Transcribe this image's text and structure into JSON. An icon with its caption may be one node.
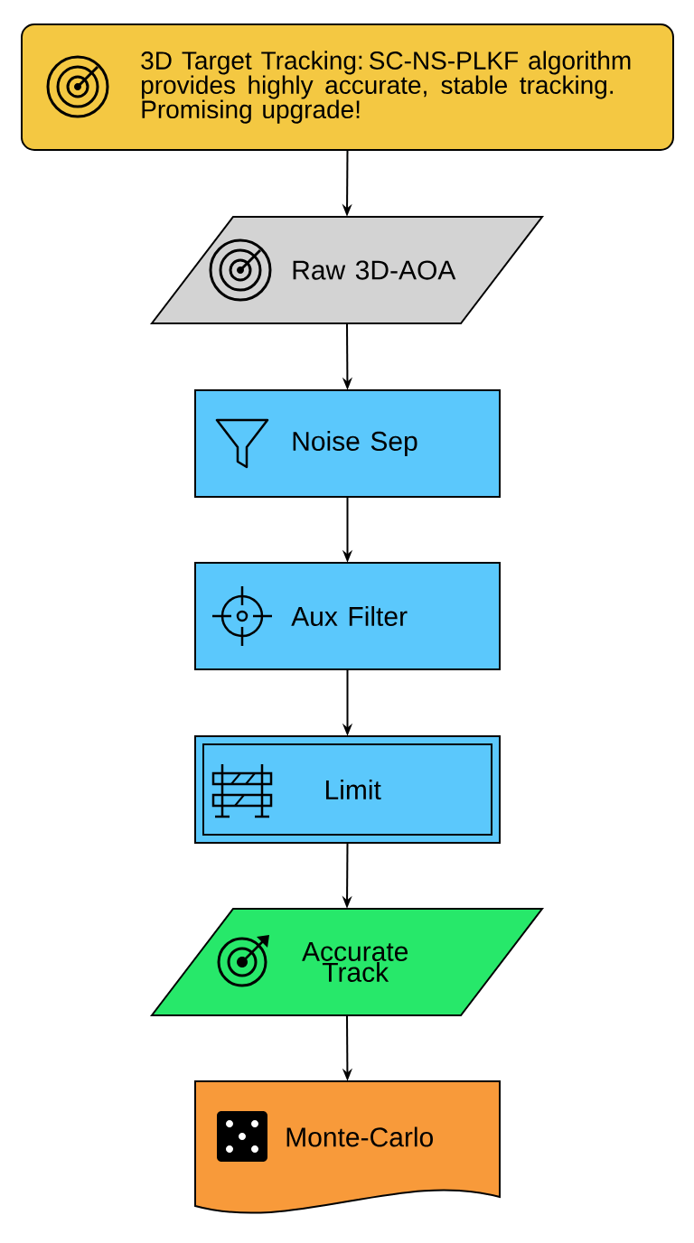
{
  "diagram": {
    "nodes": [
      {
        "text": [
          "3D Target Tracking: SC-NS-PLKF algorithm provides highly accurate, stable tracking. Promising upgrade!"
        ]
      },
      {
        "text": [
          "Raw 3D-AOA"
        ]
      },
      {
        "text": [
          "Noise Sep"
        ]
      },
      {
        "text": [
          "Aux Filter"
        ]
      },
      {
        "text": [
          "Limit"
        ]
      },
      {
        "text": [
          "Accurate Track"
        ]
      },
      {
        "text": [
          "Monte-Carlo"
        ]
      }
    ],
    "edges": [
      {
        "from": 0,
        "to": 1,
        "arrow": "to"
      },
      {
        "from": 1,
        "to": 2,
        "arrow": "to"
      },
      {
        "from": 2,
        "to": 3,
        "arrow": "to"
      },
      {
        "from": 3,
        "to": 4,
        "arrow": "to"
      },
      {
        "from": 4,
        "to": 5,
        "arrow": "to"
      },
      {
        "from": 5,
        "to": 6,
        "arrow": "to"
      }
    ]
  }
}
